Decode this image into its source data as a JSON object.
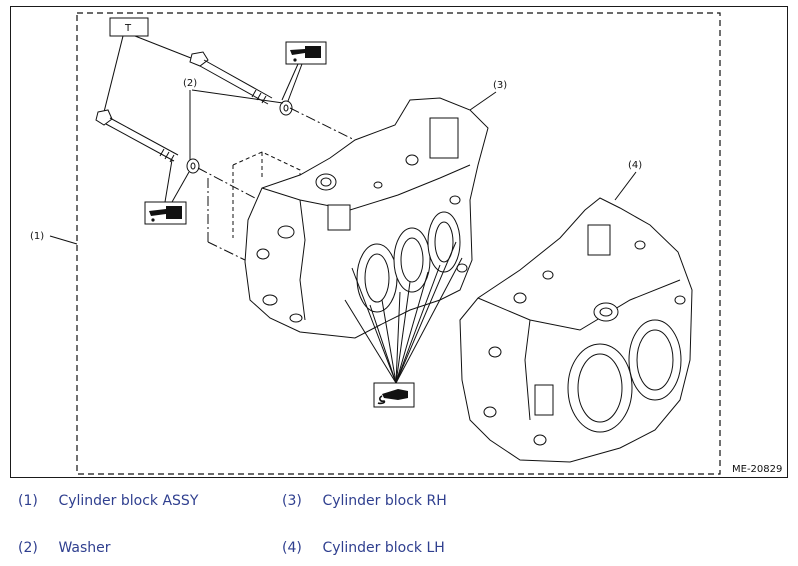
{
  "diagram": {
    "callouts": {
      "assy": "(1)",
      "washer": "(2)",
      "rh": "(3)",
      "lh": "(4)"
    },
    "torque_label": "T",
    "figure_code": "ME-20829"
  },
  "legend": [
    {
      "num": "(1)",
      "text": "Cylinder block ASSY"
    },
    {
      "num": "(3)",
      "text": "Cylinder block RH"
    },
    {
      "num": "(2)",
      "text": "Washer"
    },
    {
      "num": "(4)",
      "text": "Cylinder block LH"
    }
  ],
  "colors": {
    "line": "#111111",
    "legend_text": "#2f3f8f"
  },
  "icons": [
    "oil-can-icon",
    "liquid-gasket-icon"
  ]
}
